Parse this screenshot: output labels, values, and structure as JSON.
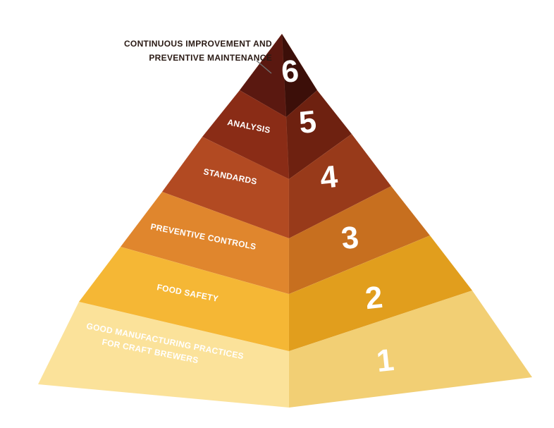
{
  "colors": {
    "tier_front": [
      "#fbe29a",
      "#f5b735",
      "#e0862d",
      "#b24a22",
      "#8a2c16",
      "#5a1810"
    ],
    "tier_side": [
      "#f2cf74",
      "#e19e1d",
      "#c76f1f",
      "#983a1a",
      "#6e2110",
      "#3c0f09"
    ],
    "tier_top": [
      "#fdf0c8",
      "#f9d37a",
      "#ee9f4b",
      "#cd6a3d",
      "#ad4a2a",
      "#7d2a1a"
    ]
  },
  "tiers": [
    {
      "number": "1",
      "label_lines": [
        "GOOD MANUFACTURING PRACTICES",
        "FOR CRAFT BREWERS"
      ]
    },
    {
      "number": "2",
      "label_lines": [
        "FOOD SAFETY"
      ]
    },
    {
      "number": "3",
      "label_lines": [
        "PREVENTIVE CONTROLS"
      ]
    },
    {
      "number": "4",
      "label_lines": [
        "STANDARDS"
      ]
    },
    {
      "number": "5",
      "label_lines": [
        "ANALYSIS"
      ]
    },
    {
      "number": "6",
      "label_lines": []
    }
  ],
  "callout": {
    "lines": [
      "CONTINUOUS IMPROVEMENT AND",
      "PREVENTIVE MAINTENANCE"
    ]
  }
}
